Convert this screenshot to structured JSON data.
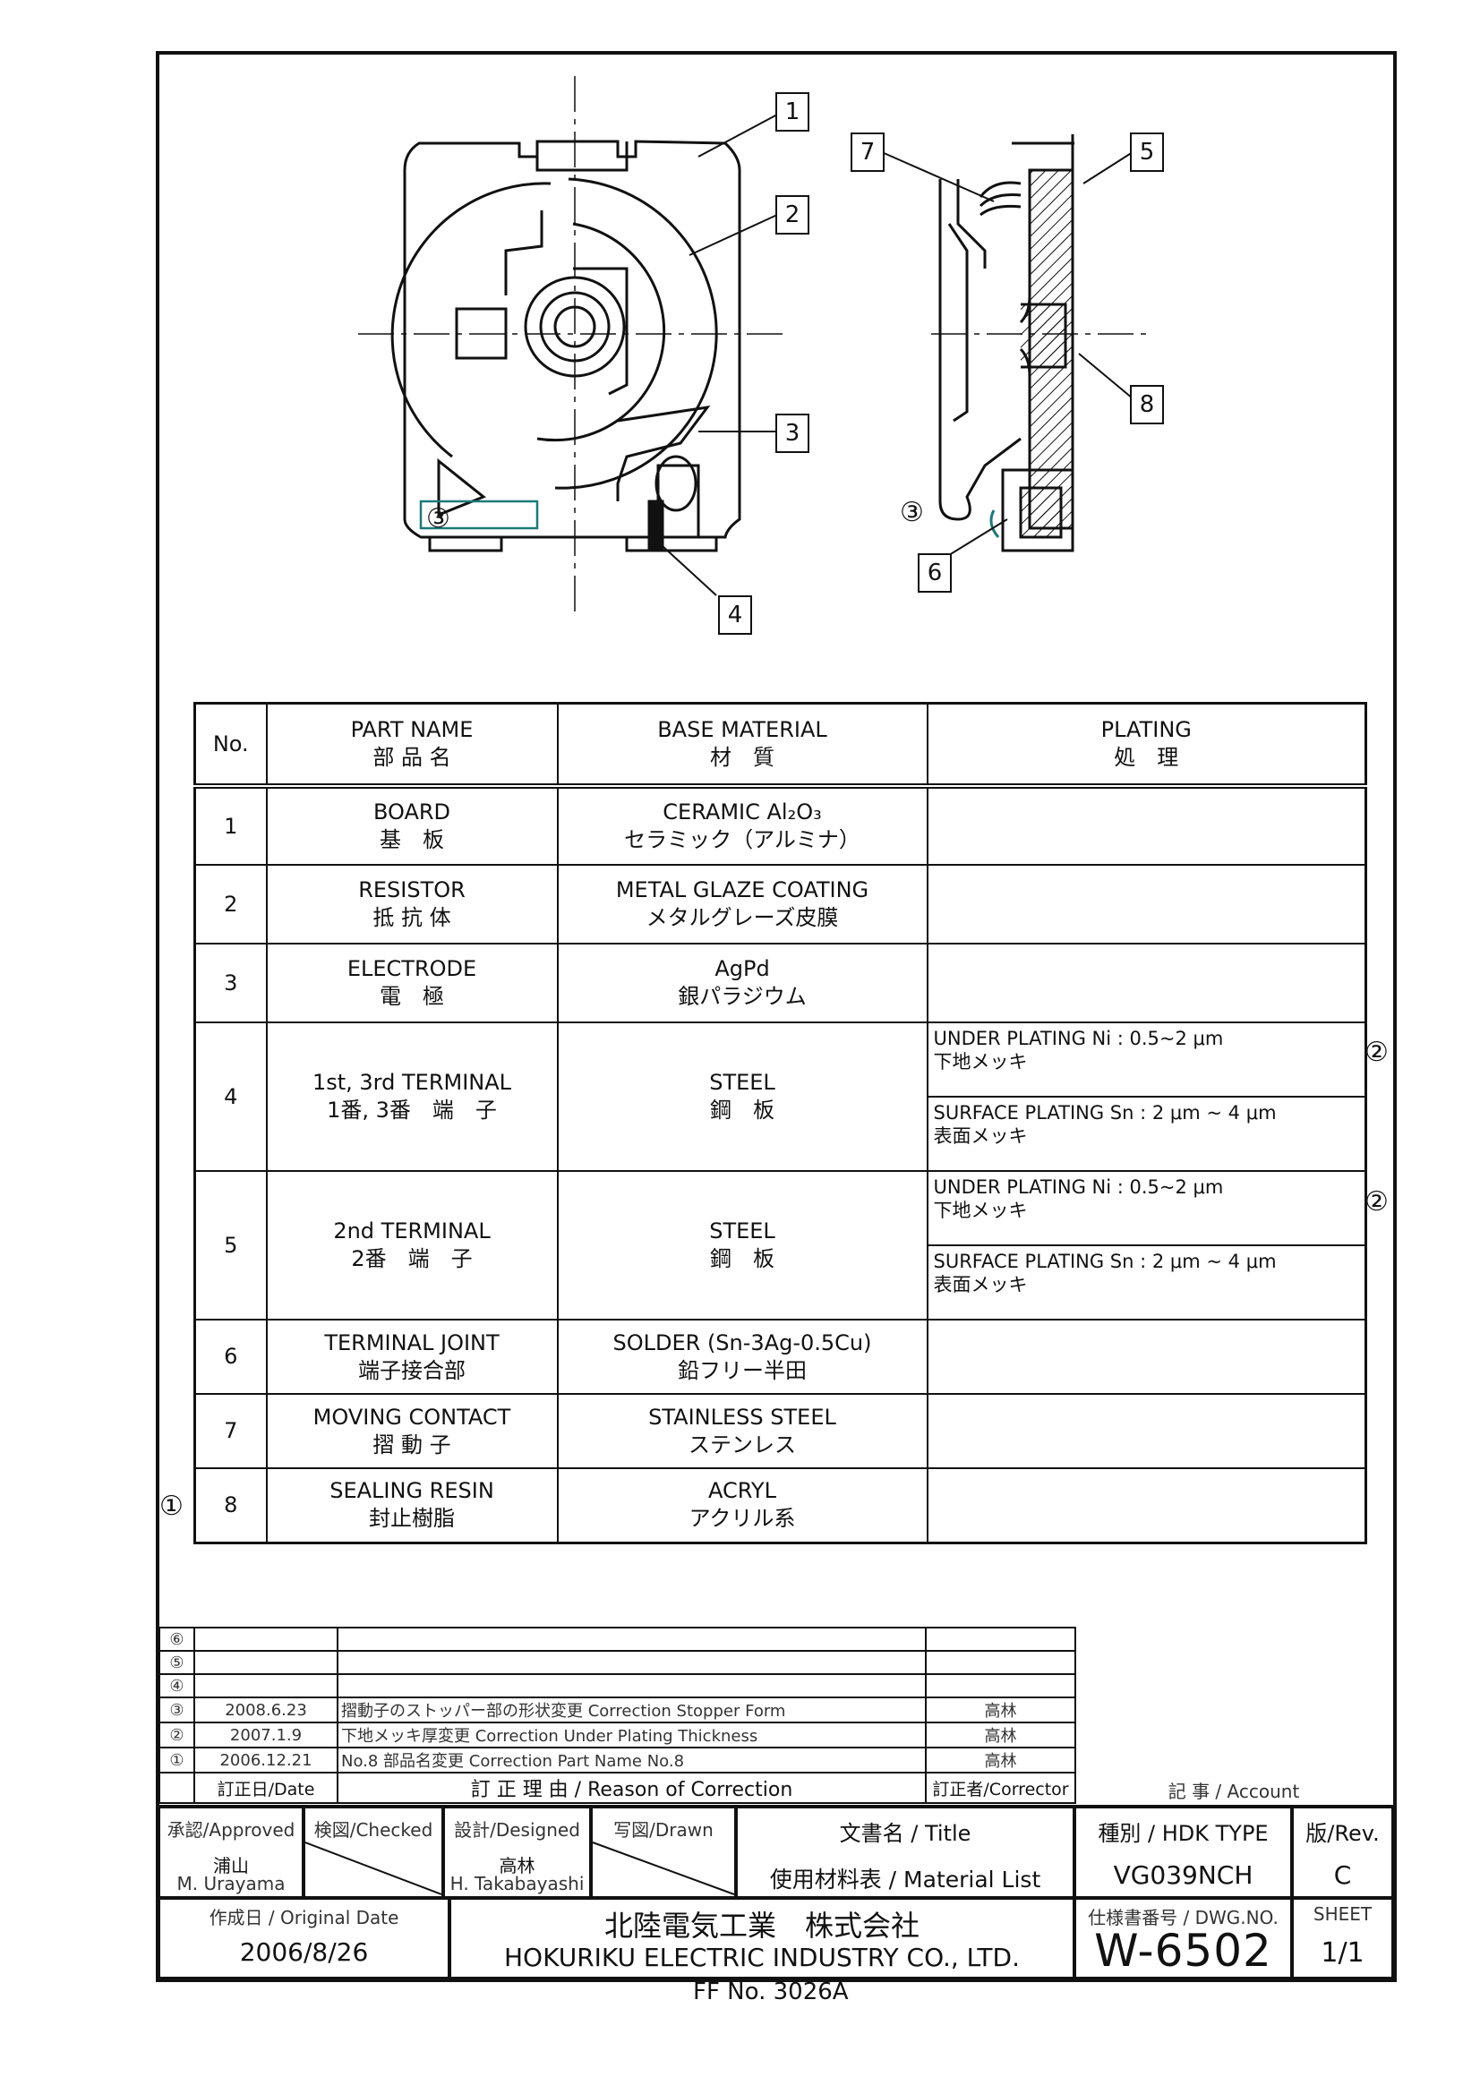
{
  "drawing": {
    "callouts": [
      "1",
      "2",
      "3",
      "4",
      "5",
      "6",
      "7",
      "8"
    ],
    "circled_marks": [
      "③",
      "③"
    ]
  },
  "parts_table": {
    "headers": {
      "no": "No.",
      "part_name_en": "PART NAME",
      "part_name_jp": "部 品 名",
      "material_en": "BASE MATERIAL",
      "material_jp": "材　質",
      "plating_en": "PLATING",
      "plating_jp": "処　理"
    },
    "rows": [
      {
        "no": "1",
        "name_en": "BOARD",
        "name_jp": "基　板",
        "mat_en": "CERAMIC Al₂O₃",
        "mat_jp": "セラミック（アルミナ）"
      },
      {
        "no": "2",
        "name_en": "RESISTOR",
        "name_jp": "抵 抗 体",
        "mat_en": "METAL GLAZE COATING",
        "mat_jp": "メタルグレーズ皮膜"
      },
      {
        "no": "3",
        "name_en": "ELECTRODE",
        "name_jp": "電　極",
        "mat_en": "AgPd",
        "mat_jp": "銀パラジウム"
      },
      {
        "no": "4",
        "name_en": "1st, 3rd TERMINAL",
        "name_jp": "1番, 3番　端　子",
        "mat_en": "STEEL",
        "mat_jp": "鋼　板",
        "plating_under": "UNDER  PLATING  Ni : 0.5~2  μm",
        "plating_under_jp": "下地メッキ",
        "plating_surface": "SURFACE  PLATING  Sn : 2  μm ~ 4  μm",
        "plating_surface_jp": "表面メッキ",
        "rev_mark": "②"
      },
      {
        "no": "5",
        "name_en": "2nd TERMINAL",
        "name_jp": "2番　端　子",
        "mat_en": "STEEL",
        "mat_jp": "鋼　板",
        "plating_under": "UNDER  PLATING  Ni : 0.5~2  μm",
        "plating_under_jp": "下地メッキ",
        "plating_surface": "SURFACE  PLATING  Sn : 2  μm ~ 4  μm",
        "plating_surface_jp": "表面メッキ",
        "rev_mark": "②"
      },
      {
        "no": "6",
        "name_en": "TERMINAL JOINT",
        "name_jp": "端子接合部",
        "mat_en": "SOLDER (Sn-3Ag-0.5Cu)",
        "mat_jp": "鉛フリー半田"
      },
      {
        "no": "7",
        "name_en": "MOVING CONTACT",
        "name_jp": "摺 動 子",
        "mat_en": "STAINLESS STEEL",
        "mat_jp": "ステンレス"
      },
      {
        "no": "8",
        "name_en": "SEALING  RESIN",
        "name_jp": "封止樹脂",
        "mat_en": "ACRYL",
        "mat_jp": "アクリル系",
        "rev_mark": "①"
      }
    ]
  },
  "revisions": {
    "rows": [
      {
        "mark": "⑥",
        "date": "",
        "reason": "",
        "corrector": ""
      },
      {
        "mark": "⑤",
        "date": "",
        "reason": "",
        "corrector": ""
      },
      {
        "mark": "④",
        "date": "",
        "reason": "",
        "corrector": ""
      },
      {
        "mark": "③",
        "date": "2008.6.23",
        "reason": "摺動子のストッパー部の形状変更 Correction Stopper Form",
        "corrector": "高林"
      },
      {
        "mark": "②",
        "date": "2007.1.9",
        "reason": "下地メッキ厚変更 Correction Under Plating Thickness",
        "corrector": "高林"
      },
      {
        "mark": "①",
        "date": "2006.12.21",
        "reason": "No.8 部品名変更  Correction Part Name No.8",
        "corrector": "高林"
      }
    ],
    "header": {
      "date": "訂正日/Date",
      "reason": "訂 正 理 由  /  Reason of Correction",
      "corrector": "訂正者/Corrector",
      "account": "記 事 / Account"
    }
  },
  "title_block": {
    "approved_label": "承認/Approved",
    "approved_name_jp": "浦山",
    "approved_name_en": "M. Urayama",
    "checked_label": "検図/Checked",
    "designed_label": "設計/Designed",
    "designed_name_jp": "高林",
    "designed_name_en": "H. Takabayashi",
    "drawn_label": "写図/Drawn",
    "title_label": "文書名 / Title",
    "title_value": "使用材料表 / Material List",
    "type_label": "種別 / HDK TYPE",
    "type_value": "VG039NCH",
    "rev_label": "版/Rev.",
    "rev_value": "C",
    "original_date_label": "作成日 / Original Date",
    "original_date_value": "2006/8/26",
    "company_jp": "北陸電気工業　株式会社",
    "company_en": "HOKURIKU ELECTRIC INDUSTRY CO., LTD.",
    "dwg_label": "仕様書番号 / DWG.NO.",
    "dwg_value": "W-6502",
    "sheet_label": "SHEET",
    "sheet_value": "1/1"
  },
  "form_number": "FF No. 3026A"
}
